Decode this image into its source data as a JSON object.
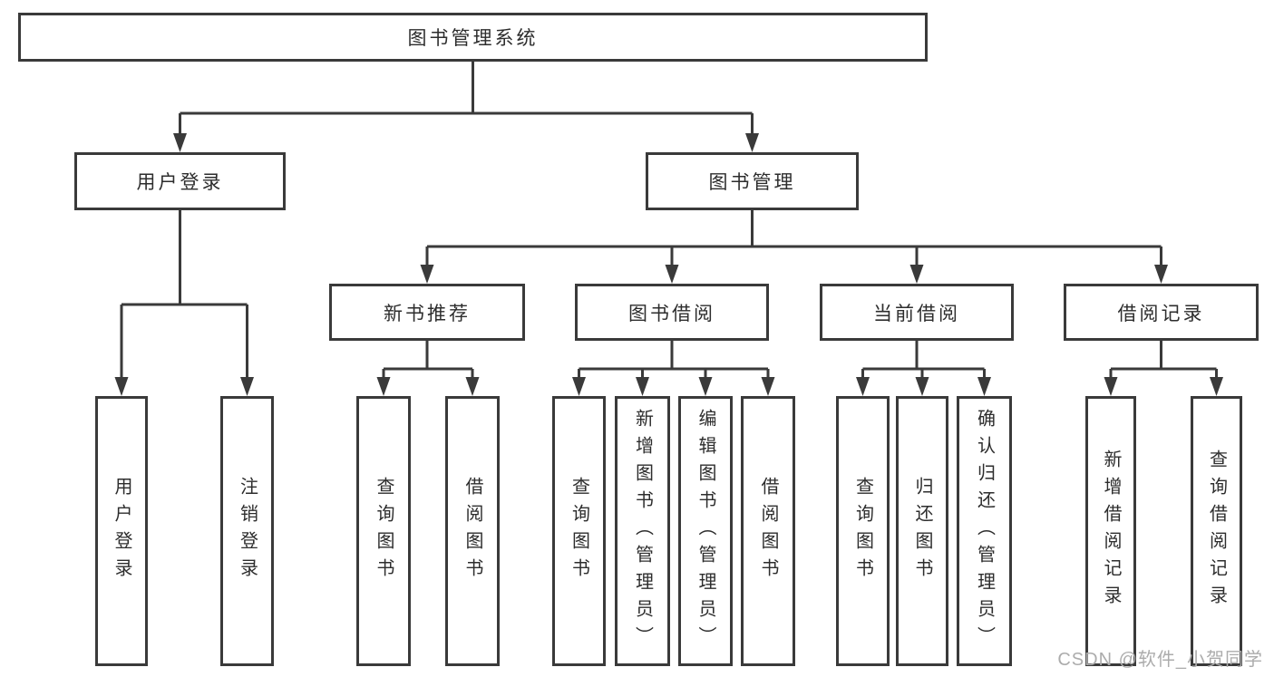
{
  "diagram": {
    "type": "hierarchy-tree",
    "tree": {
      "root": {
        "label": "图书管理系统"
      },
      "branches": [
        {
          "label": "用户登录",
          "children": [
            {
              "label": "用户登录"
            },
            {
              "label": "注销登录"
            }
          ]
        },
        {
          "label": "图书管理",
          "children": [
            {
              "label": "新书推荐",
              "children": [
                {
                  "label": "查询图书"
                },
                {
                  "label": "借阅图书"
                }
              ]
            },
            {
              "label": "图书借阅",
              "children": [
                {
                  "label": "查询图书"
                },
                {
                  "label": "新增图书（管理员）"
                },
                {
                  "label": "编辑图书（管理员）"
                },
                {
                  "label": "借阅图书"
                }
              ]
            },
            {
              "label": "当前借阅",
              "children": [
                {
                  "label": "查询图书"
                },
                {
                  "label": "归还图书"
                },
                {
                  "label": "确认归还（管理员）"
                }
              ]
            },
            {
              "label": "借阅记录",
              "children": [
                {
                  "label": "新增借阅记录"
                },
                {
                  "label": "查询借阅记录"
                }
              ]
            }
          ]
        }
      ]
    },
    "colors": {
      "line": "#3a3a3a",
      "box_border": "#3a3a3a",
      "box_background": "#ffffff",
      "text": "#2d2d2d",
      "watermark": "#acacac",
      "page_background": "#ffffff"
    }
  },
  "watermark": {
    "text": "CSDN @软件_小贺同学"
  }
}
